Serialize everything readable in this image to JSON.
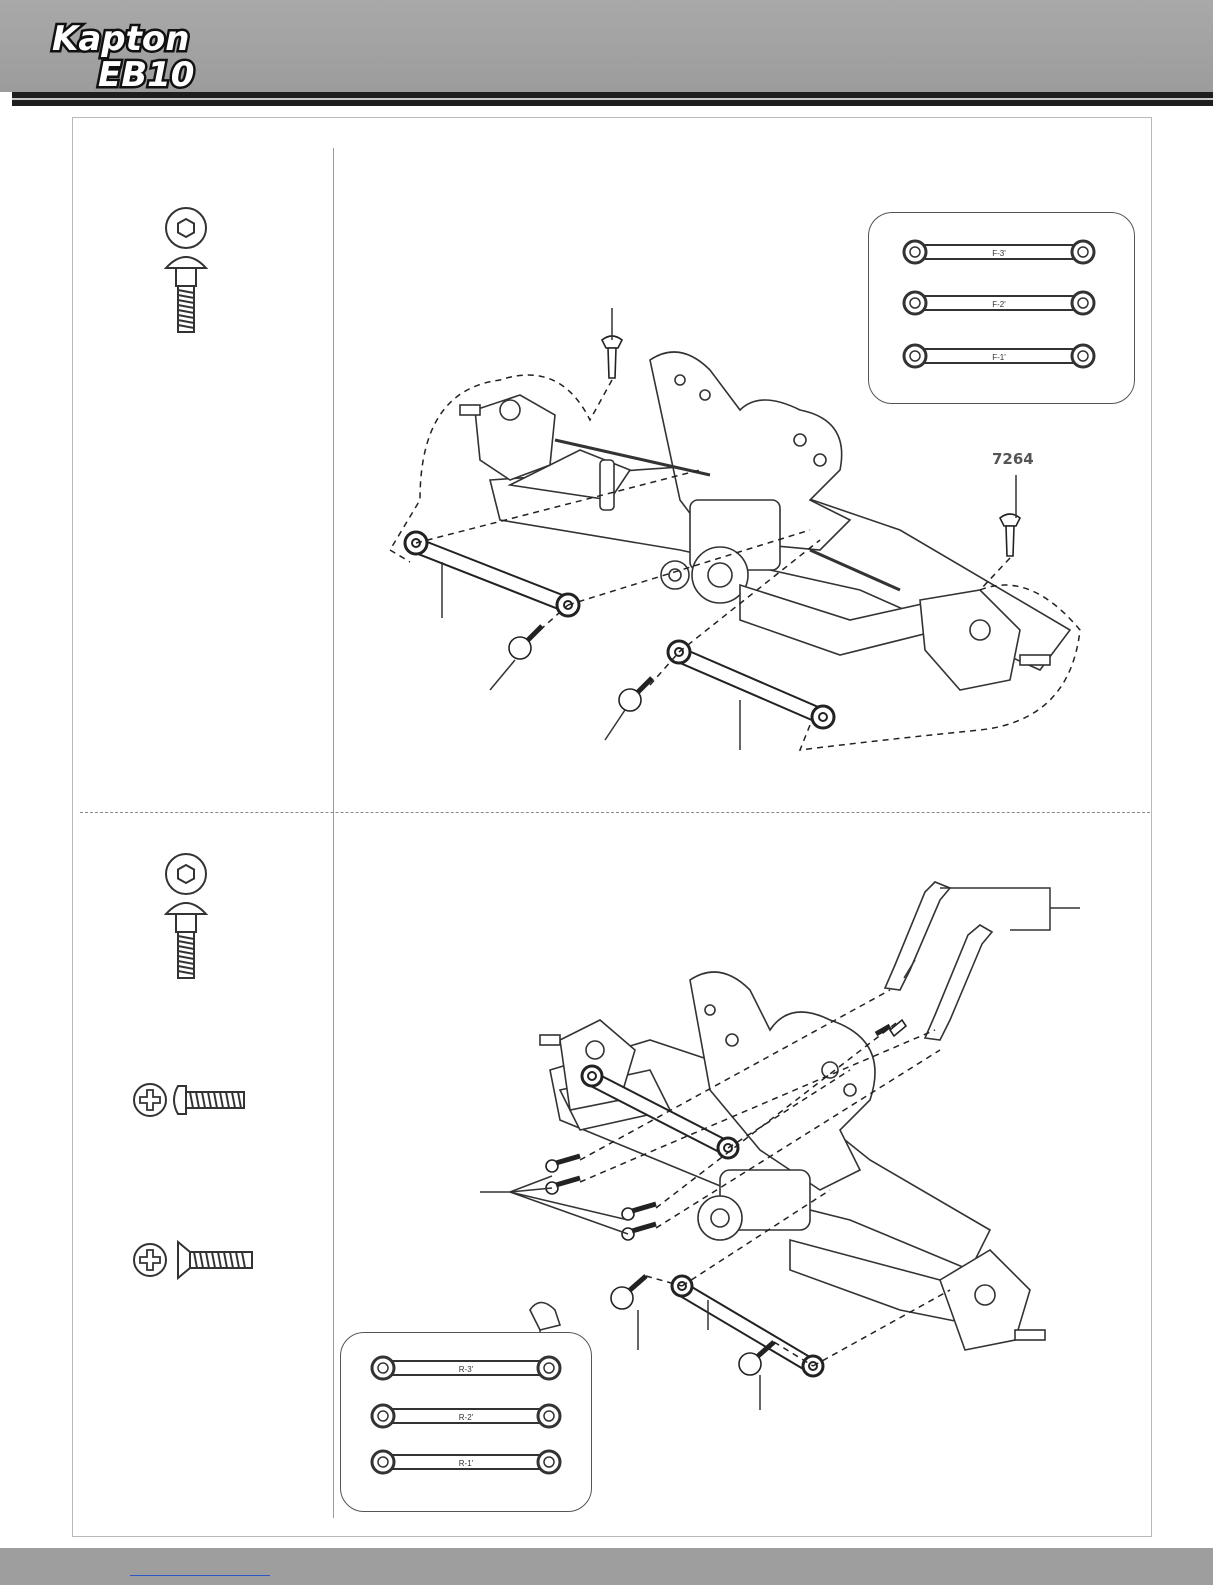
{
  "header": {
    "logo_line1": "Kapton",
    "logo_line2": "EB10"
  },
  "step1": {
    "hardware_icon": "button-head-hex-screw-icon",
    "callout_part_number": "7264",
    "turnbuckle_labels": [
      "F-3'",
      "F-2'",
      "F-1'"
    ]
  },
  "step2": {
    "hardware_icons": [
      "button-head-hex-screw-icon",
      "phillips-button-head-screw-icon",
      "phillips-flat-head-screw-icon"
    ],
    "turnbuckle_labels": [
      "R-3'",
      "R-2'",
      "R-1'"
    ]
  },
  "colors": {
    "header_gray": "#9e9e9e",
    "line_art": "#333333",
    "footer_link": "#2a56c6"
  }
}
